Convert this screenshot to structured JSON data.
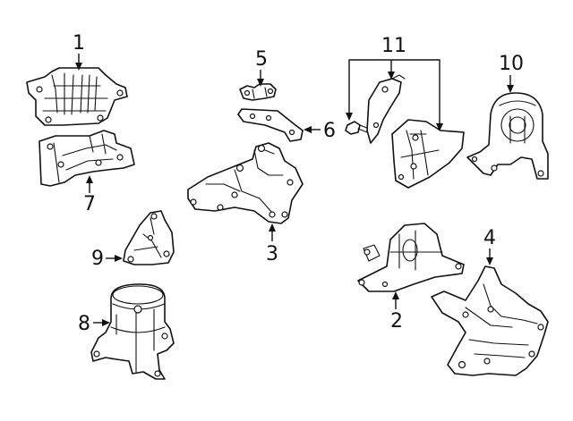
{
  "callouts": {
    "c1": "1",
    "c2": "2",
    "c3": "3",
    "c4": "4",
    "c5": "5",
    "c6": "6",
    "c7": "7",
    "c8": "8",
    "c9": "9",
    "c10": "10",
    "c11": "11"
  },
  "colors": {
    "line": "#111111",
    "background": "#ffffff"
  }
}
